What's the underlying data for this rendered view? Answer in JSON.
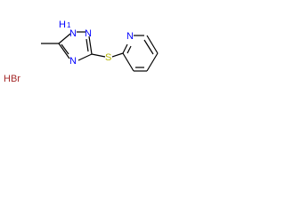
{
  "molecule": {
    "atoms": {
      "n1h_label": "H",
      "n1h_num": "1",
      "n1_label": "N",
      "n2_label": "N",
      "n4_label": "N",
      "s_label": "S",
      "py_n_label": "N"
    },
    "salt_label": "HBr"
  },
  "colors": {
    "nitrogen": "#0000ff",
    "sulfur": "#b3b300",
    "bromine": "#a52a2a",
    "bond": "#000000"
  }
}
